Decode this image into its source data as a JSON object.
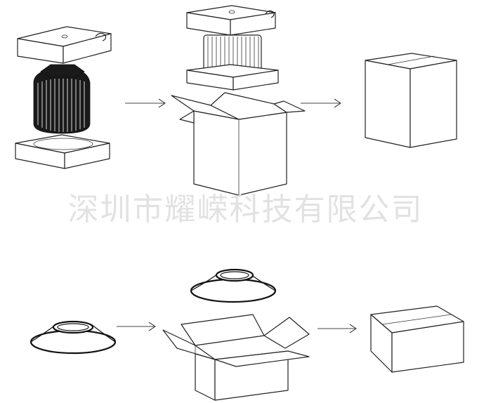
{
  "watermark": {
    "text": "深圳市耀嵘科技有限公司"
  },
  "colors": {
    "line": "#222222",
    "heatsink": "#1a1a1a",
    "watermark": "#e2e2e2",
    "background": "#ffffff"
  },
  "steps": {
    "top_row": [
      "heatsink-between-foam-blocks",
      "heatsink-inserted-into-open-carton",
      "closed-carton"
    ],
    "bottom_row": [
      "reflector-shade",
      "reflector-stack-into-open-carton",
      "closed-carton"
    ]
  }
}
